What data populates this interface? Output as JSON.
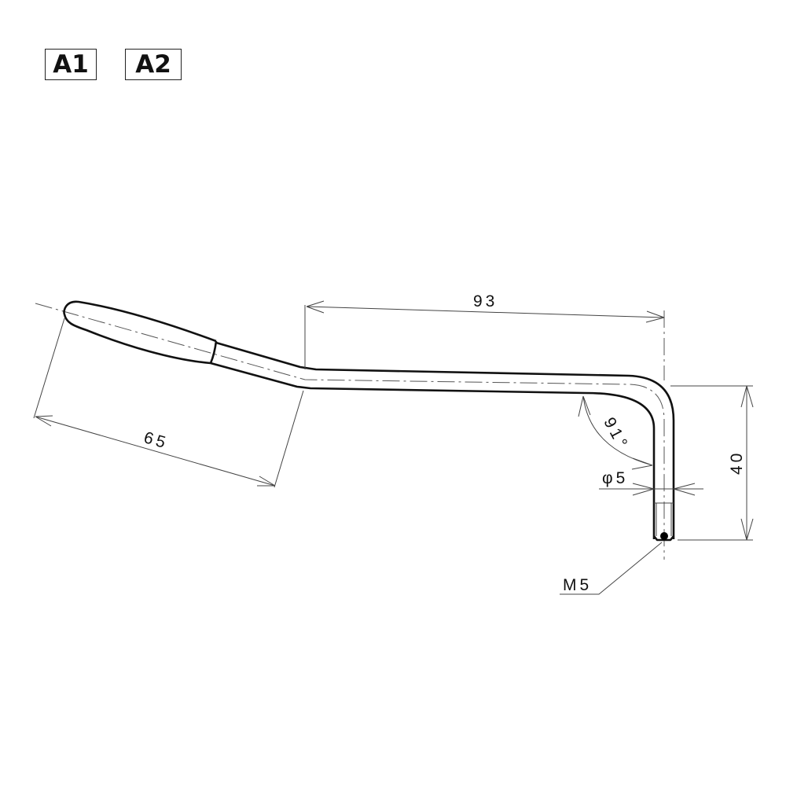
{
  "variants": [
    "A1",
    "A2"
  ],
  "dimensions": {
    "grip_length": "65",
    "horizontal_length": "93",
    "drop_height": "40",
    "bend_angle": "91°",
    "rod_diameter": "φ5",
    "thread": "M5"
  }
}
